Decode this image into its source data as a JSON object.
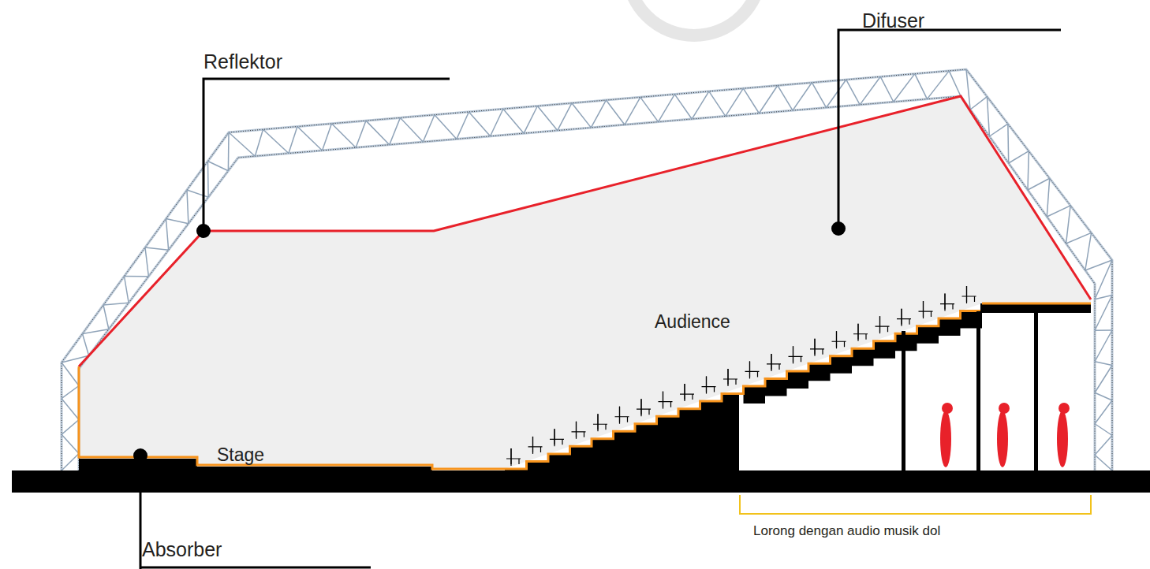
{
  "diagram": {
    "labels": [
      "Reflektor",
      "Difuser",
      "Audience",
      "Stage",
      "Absorber",
      "Lorong dengan audio musik dol"
    ]
  }
}
